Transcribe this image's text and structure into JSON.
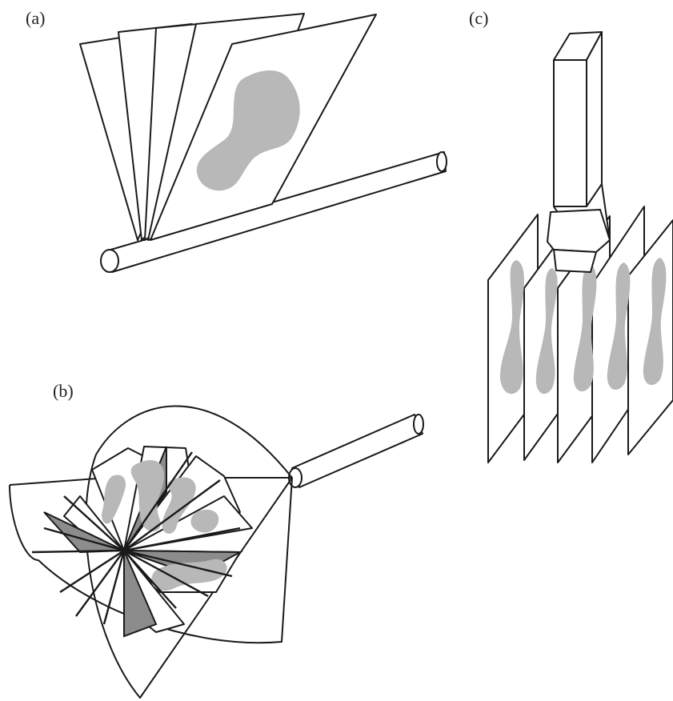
{
  "panels": [
    {
      "label": "(a)"
    },
    {
      "label": "(b)"
    },
    {
      "label": "(c)"
    }
  ],
  "colors": {
    "line": "#1a1a1a",
    "blob": "#b8b8b8",
    "dark_sheet": "#8c8c8c",
    "paper": "#ffffff"
  }
}
